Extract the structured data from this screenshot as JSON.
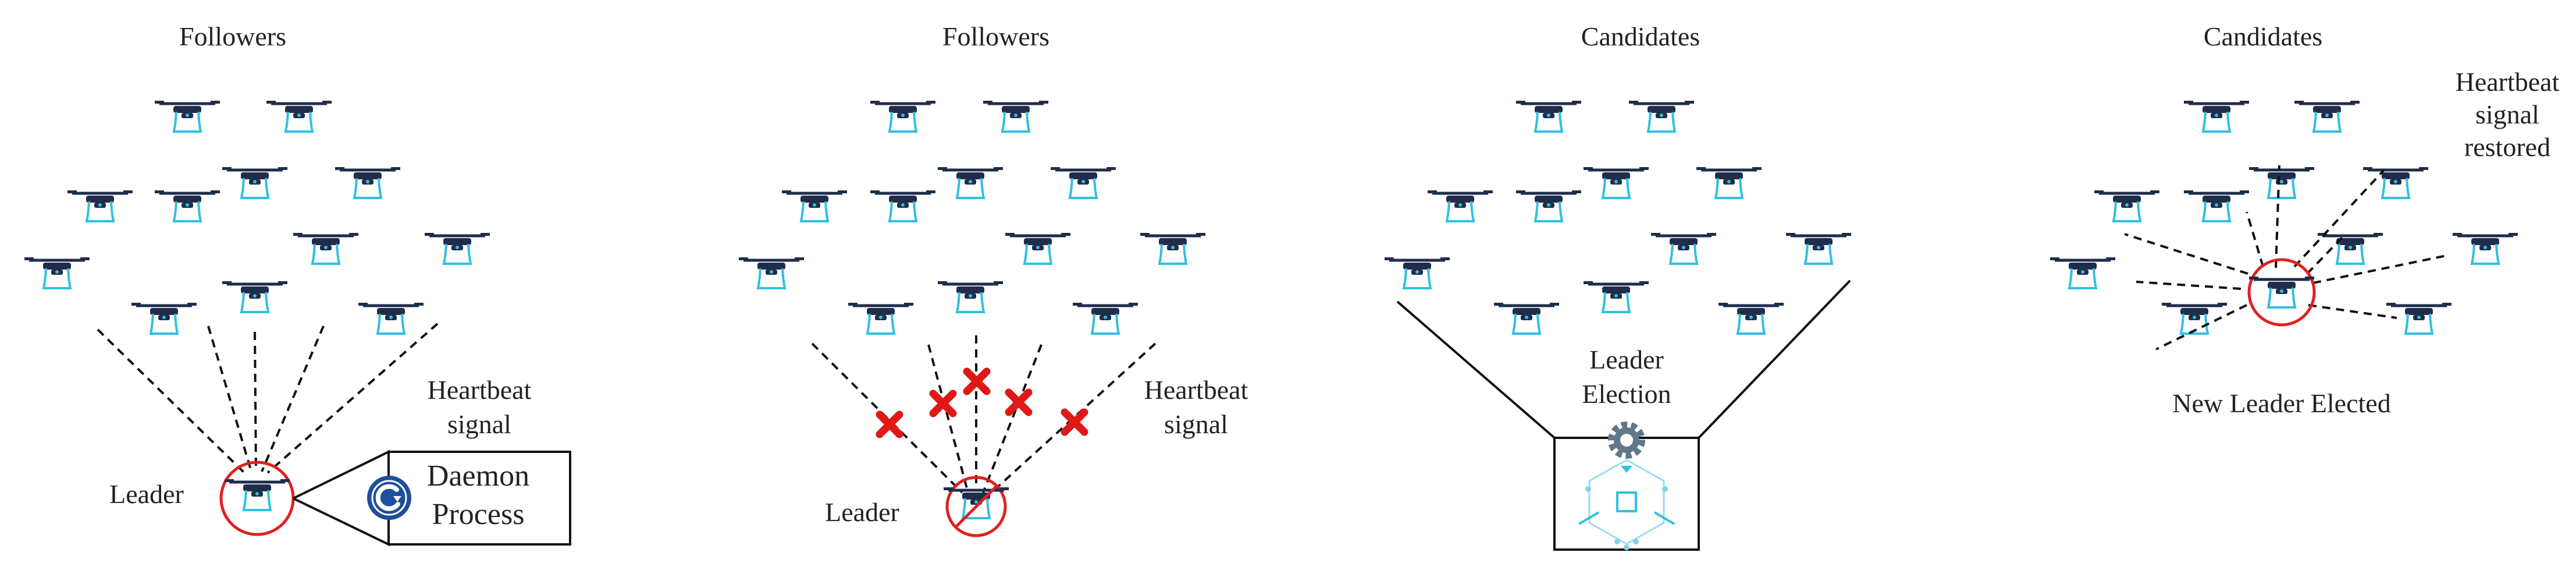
{
  "panels": [
    {
      "title": "Followers",
      "leader_label": "Leader",
      "heartbeat_label_line1": "Heartbeat",
      "heartbeat_label_line2": "signal",
      "daemon_label_line1": "Daemon",
      "daemon_label_line2": "Process"
    },
    {
      "title": "Followers",
      "leader_label": "Leader",
      "heartbeat_label_line1": "Heartbeat",
      "heartbeat_label_line2": "signal"
    },
    {
      "title": "Candidates",
      "election_label_line1": "Leader",
      "election_label_line2": "Election"
    },
    {
      "title": "Candidates",
      "new_leader_label": "New Leader Elected",
      "restored_label_line1": "Heartbeat",
      "restored_label_line2": "signal",
      "restored_label_line3": "restored"
    }
  ],
  "colors": {
    "drone_body": "#1f2d4a",
    "drone_accent": "#30c0e0",
    "leader_ring": "#e02020",
    "failure_mark": "#e01818",
    "line": "#111111",
    "daemon_icon": "#1f4e9c",
    "gear": "#607888",
    "election_art": "#7fd4ea"
  },
  "icons": {
    "drone": "drone-icon",
    "daemon": "daemon-process-icon",
    "gear": "gear-icon",
    "election": "election-icon",
    "failure": "x-mark-icon"
  }
}
